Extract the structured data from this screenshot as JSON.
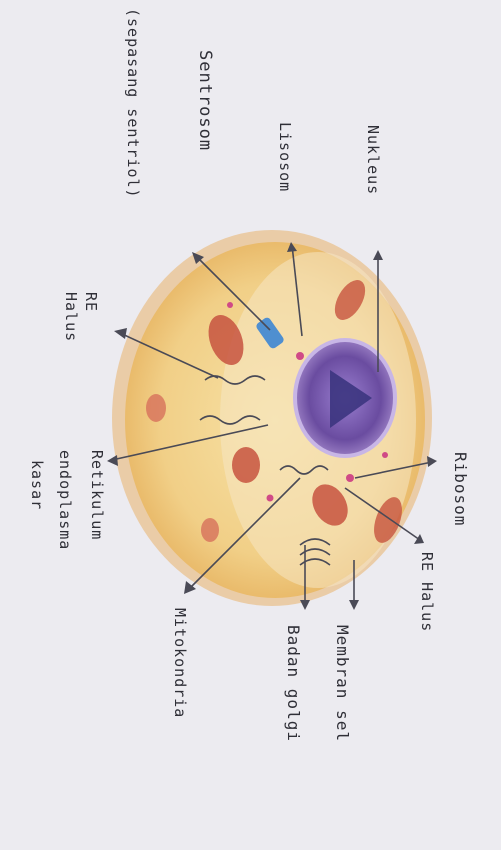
{
  "labels": {
    "nukleus": "Nukleus",
    "ribosom": "Ribosom",
    "lisosom": "Lisosom",
    "sentrosom": "Sentrosom",
    "sentrosom_sub": "(sepasang sentriol)",
    "re_halus_left_1": "RE",
    "re_halus_left_2": "Halus",
    "retikulum_1": "Retikulum",
    "retikulum_2": "endoplasma",
    "retikulum_3": "kasar",
    "mitokondria": "Mitokondria",
    "re_halus_right": "RE Halus",
    "membran_sel": "Membran sel",
    "badan_golgi": "Badan golgi"
  },
  "colors": {
    "background": "#ecebf0",
    "cytoplasm": "#f1cf87",
    "nucleus": "#6a4ca0",
    "nucleolus": "#3c3580",
    "organelle_red": "#c7543f",
    "centrosome": "#4f8fd0",
    "ink": "#2f2f37"
  }
}
